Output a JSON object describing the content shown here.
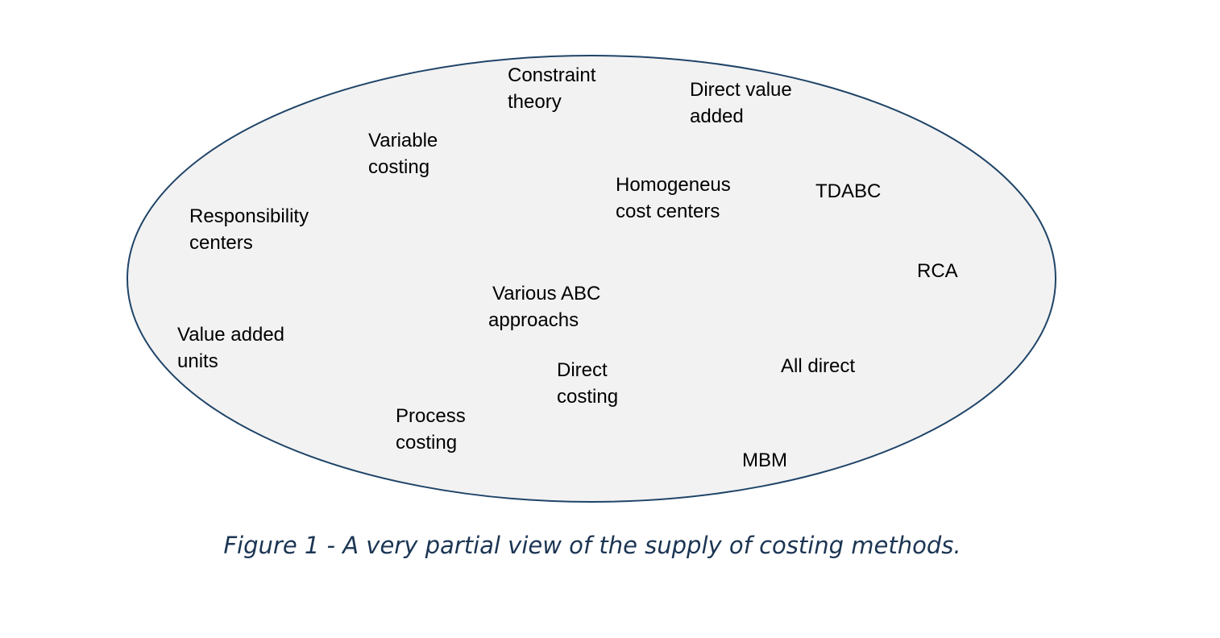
{
  "diagram": {
    "fill_color": "#f2f2f2",
    "stroke_color": "#1f4468",
    "methods": {
      "constraint_theory": [
        "Constraint",
        "theory"
      ],
      "direct_value_added": [
        "Direct value",
        "added"
      ],
      "variable_costing": [
        "Variable",
        "costing"
      ],
      "homogeneous_cost_centers": [
        "Homogeneus",
        "cost centers"
      ],
      "tdabc": [
        "TDABC"
      ],
      "responsibility_centers": [
        "Responsibility",
        "centers"
      ],
      "rca": [
        "RCA"
      ],
      "various_abc": [
        "Various ABC",
        "approachs"
      ],
      "value_added_units": [
        "Value added",
        "units"
      ],
      "all_direct": [
        "All direct"
      ],
      "direct_costing": [
        "Direct",
        "costing"
      ],
      "process_costing": [
        "Process",
        "costing"
      ],
      "mbm": [
        "MBM"
      ]
    }
  },
  "caption": {
    "text": "Figure 1 - A very partial view of the supply of costing methods.",
    "color": "#1b3553"
  }
}
